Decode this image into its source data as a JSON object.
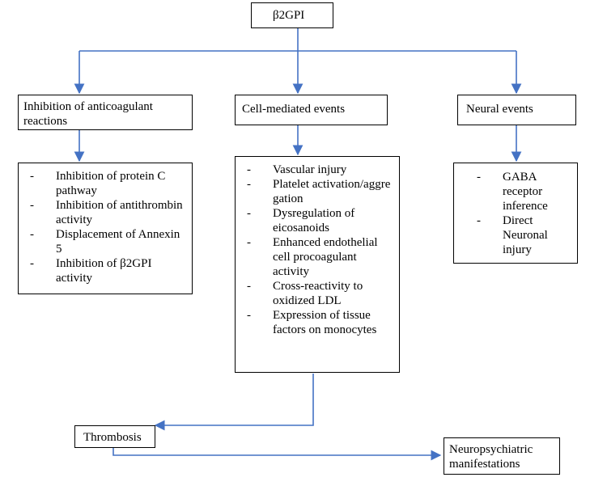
{
  "root": {
    "label": "β2GPI"
  },
  "branches": [
    {
      "label": "Inhibition of anticoagulant reactions",
      "items": [
        "Inhibition of protein C pathway",
        "Inhibition of antithrombin activity",
        "Displacement of Annexin 5",
        "Inhibition of β2GPI activity"
      ]
    },
    {
      "label": "Cell-mediated events",
      "items": [
        "Vascular injury",
        "Platelet activation/aggregation",
        "Dysregulation of eicosanoids",
        "Enhanced endothelial cell procoagulant activity",
        "Cross-reactivity to oxidized LDL",
        "Expression of tissue factors on monocytes"
      ]
    },
    {
      "label": "Neural events",
      "items": [
        "GABA receptor inference",
        "Direct Neuronal injury"
      ]
    }
  ],
  "outcomes": {
    "thrombosis": "Thrombosis",
    "neuro": "Neuropsychiatric manifestations"
  },
  "colors": {
    "connector": "#4472C4",
    "border": "#000000"
  }
}
